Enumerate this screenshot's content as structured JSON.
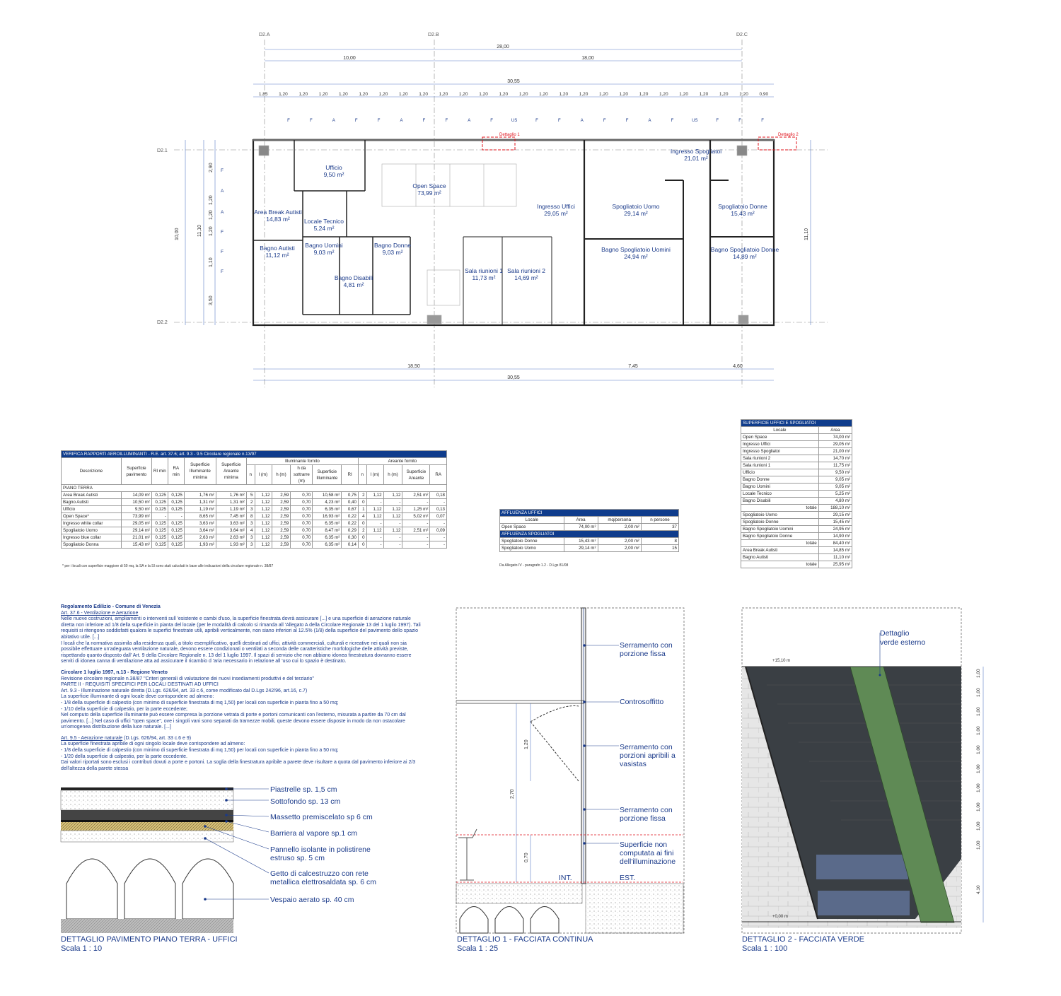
{
  "plan": {
    "grid_top": [
      "D2.A",
      "D2.B",
      "D2.C"
    ],
    "grid_left": [
      "D2.1",
      "D2.2"
    ],
    "dims_top_main": [
      "28,00"
    ],
    "dims_top_split": [
      "10,00",
      "18,00"
    ],
    "dims_top_total": "30,55",
    "dims_top_modules": [
      "1,85",
      "1,20",
      "1,20",
      "1,20",
      "1,20",
      "1,20",
      "1,20",
      "1,20",
      "1,20",
      "1,20",
      "1,20",
      "1,20",
      "1,20",
      "1,20",
      "1,20",
      "1,20",
      "1,20",
      "1,20",
      "1,20",
      "1,20",
      "1,20",
      "1,20",
      "1,20",
      "1,20",
      "1,20",
      "0,90"
    ],
    "window_tags": [
      "F",
      "F",
      "A",
      "F",
      "F",
      "A",
      "F",
      "F",
      "A",
      "F",
      "US",
      "F",
      "F",
      "A",
      "F",
      "F",
      "A",
      "F",
      "US",
      "F",
      "F",
      "F"
    ],
    "dims_bottom_split": [
      "18,50",
      "7,45",
      "4,60"
    ],
    "dims_bottom_total": "30,55",
    "dims_left": [
      "10,00",
      "11,10"
    ],
    "dims_left_inner": [
      "2,90",
      "1,20",
      "1,20",
      "1,20",
      "1,10",
      "3,50"
    ],
    "dims_right": "11,10",
    "detail_tags": [
      "Dettaglio 1",
      "Dettaglio 2"
    ],
    "rooms": [
      {
        "name": "Ufficio",
        "area": "9,50 m²"
      },
      {
        "name": "Open Space",
        "area": "73,99 m²"
      },
      {
        "name": "Area Break Autisti",
        "area": "14,83 m²"
      },
      {
        "name": "Locale Tecnico",
        "area": "5,24 m²"
      },
      {
        "name": "Bagno Autisti",
        "area": "11,12 m²"
      },
      {
        "name": "Bagno Uomini",
        "area": "9,03 m²"
      },
      {
        "name": "Bagno Donne",
        "area": "9,03 m²"
      },
      {
        "name": "Bagno Disabili",
        "area": "4,81 m²"
      },
      {
        "name": "Sala riunioni 1",
        "area": "11,73 m²"
      },
      {
        "name": "Sala riunioni 2",
        "area": "14,69 m²"
      },
      {
        "name": "Ingresso Uffici",
        "area": "29,05 m²"
      },
      {
        "name": "Spogliatoio Uomo",
        "area": "29,14 m²"
      },
      {
        "name": "Ingresso Spogliatoi",
        "area": "21,01 m²"
      },
      {
        "name": "Spogliatoio Donne",
        "area": "15,43 m²"
      },
      {
        "name": "Bagno Spogliatoio Uomini",
        "area": "24,94 m²"
      },
      {
        "name": "Bagno Spogliatoio Donne",
        "area": "14,89 m²"
      }
    ]
  },
  "table_verifica": {
    "title": "VERIFICA RAPPORTI AEROILLUMINANTI - R.E. art. 37.6; art. 9.3 - 9.5 Circolare regionale n.13/97",
    "group_ill": "Illuminante fornito",
    "group_aer": "Areante fornito",
    "headers": [
      "Descrizione",
      "Superficie pavimento",
      "RI min",
      "RA min",
      "Superficie Illuminante minima",
      "Superficie Areante minima",
      "n",
      "l (m)",
      "h (m)",
      "h da sottrarre (m)",
      "Superficie Illuminante",
      "RI",
      "n",
      "l (m)",
      "h (m)",
      "Superficie Areante",
      "RA"
    ],
    "section": "PIANO TERRA",
    "rows": [
      [
        "Area Break Autisti",
        "14,09 m²",
        "0,125",
        "0,125",
        "1,76 m²",
        "1,76 m²",
        "5",
        "1,12",
        "2,59",
        "0,70",
        "10,58 m²",
        "0,75",
        "2",
        "1,12",
        "1,12",
        "2,51 m²",
        "0,18"
      ],
      [
        "Bagno Autisti",
        "10,50 m²",
        "0,125",
        "0,125",
        "1,31 m²",
        "1,31 m²",
        "2",
        "1,12",
        "2,59",
        "0,70",
        "4,23 m²",
        "0,40",
        "0",
        "-",
        "-",
        "-",
        "-"
      ],
      [
        "Ufficio",
        "9,50 m²",
        "0,125",
        "0,125",
        "1,19 m²",
        "1,19 m²",
        "3",
        "1,12",
        "2,59",
        "0,70",
        "6,35 m²",
        "0,67",
        "1",
        "1,12",
        "1,12",
        "1,25 m²",
        "0,13"
      ],
      [
        "Open Space*",
        "73,99 m²",
        "-",
        "-",
        "8,65 m²",
        "7,45 m²",
        "8",
        "1,12",
        "2,59",
        "0,70",
        "16,93 m²",
        "0,22",
        "4",
        "1,12",
        "1,12",
        "5,02 m²",
        "0,07"
      ],
      [
        "Ingresso white collar",
        "29,05 m²",
        "0,125",
        "0,125",
        "3,63 m²",
        "3,63 m²",
        "3",
        "1,12",
        "2,59",
        "0,70",
        "6,35 m²",
        "0,22",
        "0",
        "-",
        "-",
        "-",
        "-"
      ],
      [
        "Spogliatoio Uomo",
        "29,14 m²",
        "0,125",
        "0,125",
        "3,64 m²",
        "3,64 m²",
        "4",
        "1,12",
        "2,59",
        "0,70",
        "8,47 m²",
        "0,29",
        "2",
        "1,12",
        "1,12",
        "2,51 m²",
        "0,09"
      ],
      [
        "Ingresso blue collar",
        "21,01 m²",
        "0,125",
        "0,125",
        "2,63 m²",
        "2,63 m²",
        "3",
        "1,12",
        "2,59",
        "0,70",
        "6,35 m²",
        "0,30",
        "0",
        "-",
        "-",
        "-",
        "-"
      ],
      [
        "Spogliatoio Donna",
        "15,43 m²",
        "0,125",
        "0,125",
        "1,93 m²",
        "1,93 m²",
        "3",
        "1,12",
        "2,59",
        "0,70",
        "6,35 m²",
        "0,14",
        "0",
        "-",
        "-",
        "-",
        "-"
      ]
    ],
    "footnote": "* per i locali con superficie maggiore di 50 mq, la SA e la SI sono stati calcolati in base alle indicazioni della circolare regionale n. 38/87"
  },
  "table_affluenza": {
    "title1": "AFFLUENZA UFFICI",
    "headers": [
      "Locale",
      "Area",
      "mq/persona",
      "n persone"
    ],
    "rows1": [
      [
        "Open Space",
        "74,00 m²",
        "2,00 m²",
        "37"
      ]
    ],
    "title2": "AFFLUENZA SPOGLIATOI",
    "rows2": [
      [
        "Spogliatoio Donne",
        "15,43 m²",
        "2,00 m²",
        "8"
      ],
      [
        "Spogliatoio Uomo",
        "29,14 m²",
        "2,00 m²",
        "15"
      ]
    ],
    "footnote": "Da Allegato IV - paragrafo 1.2 - D.Lgs 81/08"
  },
  "table_superficie": {
    "title": "SUPERFICIE UFFICI E SPOGLIATOI",
    "headers": [
      "Locale",
      "Area"
    ],
    "rows": [
      [
        "Open Space",
        "74,00 m²"
      ],
      [
        "Ingresso Uffici",
        "29,05 m²"
      ],
      [
        "Ingresso Spogliatoi",
        "21,00 m²"
      ],
      [
        "Sala riunioni 2",
        "14,70 m²"
      ],
      [
        "Sala riunioni 1",
        "11,75 m²"
      ],
      [
        "Ufficio",
        "9,50 m²"
      ],
      [
        "Bagno Donne",
        "9,05 m²"
      ],
      [
        "Bagno Uomini",
        "9,05 m²"
      ],
      [
        "Locale Tecnico",
        "5,25 m²"
      ],
      [
        "Bagno Disabili",
        "4,80 m²"
      ],
      [
        "totale",
        "188,10 m²"
      ],
      [
        "Spogliatoio Uomo",
        "29,15 m²"
      ],
      [
        "Spogliatoio Donne",
        "15,45 m²"
      ],
      [
        "Bagno Spogliatoio Uomini",
        "24,95 m²"
      ],
      [
        "Bagno Spogliatoio Donne",
        "14,90 m²"
      ],
      [
        "totale",
        "84,40 m²"
      ],
      [
        "Area Break Autisti",
        "14,85 m²"
      ],
      [
        "Bagno Autisti",
        "11,10 m²"
      ],
      [
        "totale",
        "25,95 m²"
      ]
    ]
  },
  "notes": {
    "h1": "Regolamento Edilizio - Comune di Venezia",
    "h1_sub": "Art. 37.6 - Ventilazione e Aerazione",
    "p1": "Nelle nuove costruzioni, ampliamenti o interventi sull 'esistente e cambi d'uso, la superficie finestrata dovrà assicurare [...] e una superficie di aerazione naturale diretta non inferiore ad 1/8 della superficie in pianta del locale (per le modalità di calcolo si rimanda all 'Allegato A della Circolare Regionale 13 del 1 luglio 1997). Tali requisiti si ritengono soddisfatti qualora le superfici finestrate utili, apribili verticalmente, non siano inferiori al 12.5% (1/8) della superficie del pavimento dello spazio abitativo utile. [...]",
    "p2": "I locali che la normativa assimila alla residenza quali, a titolo esemplificativo, quelli destinati ad uffici, attività commerciali, culturali e ricreative nei quali non sia possibile effettuare un'adeguata ventilazione naturale, devono essere condizionati o ventilati a seconda delle caratteristiche morfologiche delle attività previste, rispettando quanto disposto dall' Art. 9 della Circolare Regionale n. 13 del 1 luglio 1997. Il spazi di servizio che non abbiano idonea finestratura dovranno essere serviti di idonea canna di ventilazione atta ad assicurare il ricambio d 'aria necessario in relazione all 'uso cui lo spazio è destinato.",
    "h2": "Circolare 1 luglio 1997, n.13 - Regione Veneto",
    "p3": "Revisione circolare regionale n.38/87 \"Criteri generali di valutazione dei nuovi insediamenti produttivi e del terziario\"",
    "p4": "PARTE II - REQUISITI SPECIFICI PER LOCALI DESTINATI AD UFFICI",
    "p5": "Art. 9.3 - Illuminazione naturale diretta (D.Lgs. 626/94, art. 33 c.6, come modificato dal D.Lgs 242/96, art.16, c.7)",
    "p6": "La superficie illuminante di ogni locale deve corrispondere ad almeno:",
    "p7": "- 1/8 della superficie di calpestio (con minimo di superficie finestrata di mq 1,50) per locali con superficie in pianta fino a 50 mq;",
    "p8": "- 1/10 della superficie di calpestio, per la parte eccedente;",
    "p9": "Nel computo della superficie illuminante può essere compresa la porzione vetrata di porte e portoni comunicanti con l'esterno, misurata a partire da 70 cm dal pavimento. [...] Nel caso di uffici \"open space\", ove i singoli vani sono separati da tramezze mobili, queste devono essere disposte in modo da non ostacolare un'omogenea distribuzione della luce naturale. [...]",
    "h3": "Art. 9.5 - Aerazione naturale",
    "h3_rest": " (D.Lgs. 626/94, art. 33 c.6 e 9)",
    "p10": "La superficie finestrata apribile di ogni singolo locale deve corrispondere ad almeno:",
    "p11": "- 1/8 della superficie di calpestio (con minimo di superficie finestrata di mq 1,50) per locali con superficie in pianta fino a 50 mq;",
    "p12": "- 1/20 della superficie di calpestio, per la parte eccedente.",
    "p13": "Dai valori riportati sono esclusi i contributi dovuti a porte e portoni. La soglia della finestratura apribile a parete deve risultare a quota dal pavimento inferiore ai 2/3 dell'altezza della parete stessa"
  },
  "detail_floor": {
    "labels": [
      "Piastrelle sp. 1,5 cm",
      "Sottofondo sp. 13 cm",
      "Massetto premiscelato sp 6 cm",
      "Barriera al vapore sp.1 cm",
      "Pannello isolante in polistirene",
      "estruso sp. 5 cm",
      "Getto di calcestruzzo con rete",
      "metallica elettrosaldata  sp. 6 cm",
      "Vespaio aerato sp. 40 cm"
    ],
    "caption": "DETTAGLIO PAVIMENTO PIANO TERRA - UFFICI",
    "scale": "Scala  1 : 10"
  },
  "detail_1": {
    "labels": [
      "Serramento con",
      "porzione fissa",
      "Controsoffitto",
      "Serramento con",
      "porzioni apribili a",
      "vasistas",
      "Serramento con",
      "porzione fissa",
      "Superficie non",
      "computata ai fini",
      "dell'illuminazione"
    ],
    "dims": [
      "1,20",
      "2,70",
      "0,70"
    ],
    "int": "INT.",
    "est": "EST.",
    "caption": "DETTAGLIO 1 - FACCIATA CONTINUA",
    "scale": "Scala  1 : 25"
  },
  "detail_2": {
    "labels": [
      "Dettaglio",
      "verde esterno"
    ],
    "levels": [
      "+15,10 m",
      "+0,00 m"
    ],
    "dims": [
      "1,00",
      "1,00",
      "1,00",
      "1,00",
      "1,00",
      "1,00",
      "1,00",
      "1,00",
      "1,00",
      "1,00",
      "4,10"
    ],
    "caption": "DETTAGLIO 2 - FACCIATA VERDE",
    "scale": "Scala  1 : 100"
  },
  "colors": {
    "blue": "#1a3a8a",
    "header": "#0f3c8c",
    "green": "#5f8a55",
    "dark": "#3a3f44",
    "red": "#e0141e"
  }
}
